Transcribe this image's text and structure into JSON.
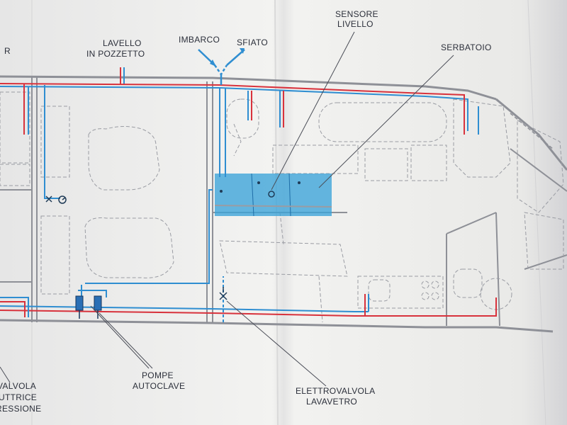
{
  "labels": {
    "edge_left": "R",
    "lavello_1": "LAVELLO",
    "lavello_2": "IN POZZETTO",
    "imbarco": "IMBARCO",
    "sfiato": "SFIATO",
    "sensore_1": "SENSORE",
    "sensore_2": "LIVELLO",
    "serbatoio": "SERBATOIO",
    "pompe_1": "POMPE",
    "pompe_2": "AUTOCLAVE",
    "elettro_1": "ELETTROVALVOLA",
    "elettro_2": "LAVAVETRO",
    "left_1": "VALVOLA",
    "left_2": "UTTRICE",
    "left_3": "RESSIONE"
  },
  "colors": {
    "hot_pipe": "#d8323c",
    "cold_pipe": "#2f8ed1",
    "tank_fill": "#3aa3d8",
    "hull_line": "#8e9097",
    "furniture_dash": "#9a9ca3",
    "leader_line": "#4a4d57",
    "paper": "#f1f1ee"
  }
}
